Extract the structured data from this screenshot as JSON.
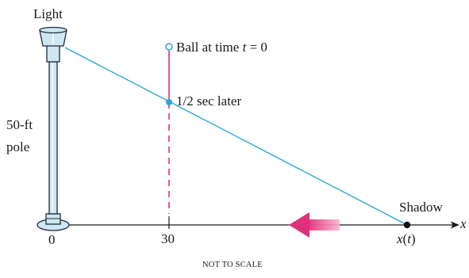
{
  "labels": {
    "light": "Light",
    "pole_line1": "50-ft",
    "pole_line2": "pole",
    "ball_prefix": "Ball at time ",
    "ball_var": "t",
    "ball_suffix": " = 0",
    "half_sec": "1/2 sec later",
    "shadow": "Shadow",
    "axis_x": "x",
    "tick_0": "0",
    "tick_30": "30",
    "shadow_pos_var": "x",
    "shadow_pos_paren_open": "(",
    "shadow_pos_arg": "t",
    "shadow_pos_paren_close": ")",
    "footer": "NOT TO SCALE"
  },
  "colors": {
    "pole_fill": "#cfe6f3",
    "pole_stroke": "#1f2d3a",
    "light_ray": "#2aa7d6",
    "ball_path": "#e0307a",
    "ball_point": "#2aa7d6",
    "shadow_dot": "#111111",
    "arrow": "#ef5a93",
    "axis": "#1a1a1a"
  },
  "icons": {
    "motion_arrow": "left-arrow-icon",
    "lamp": "lamp-icon"
  }
}
